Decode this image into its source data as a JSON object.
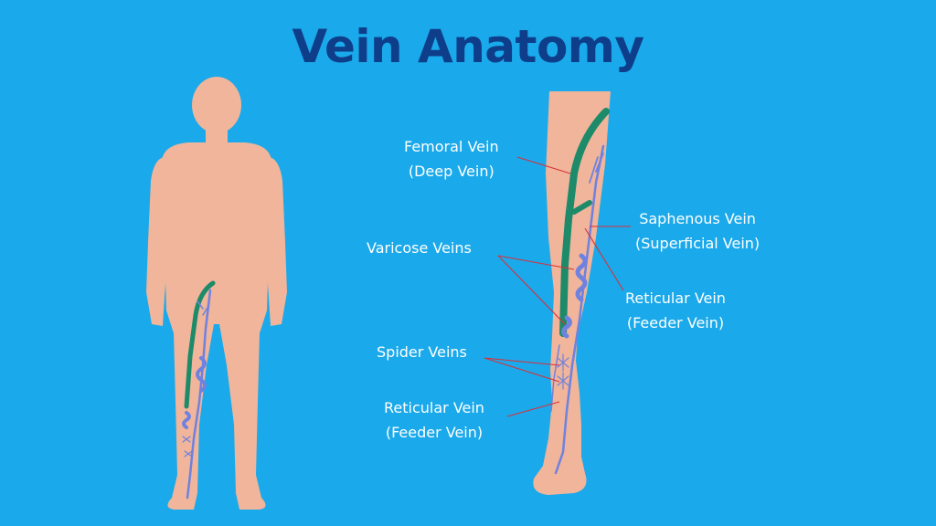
{
  "title": "Vein Anatomy",
  "labels": {
    "femoral": {
      "line1": "Femoral Vein",
      "line2": "(Deep Vein)"
    },
    "varicose": {
      "line1": "Varicose Veins"
    },
    "spider": {
      "line1": "Spider Veins"
    },
    "reticular_lower": {
      "line1": "Reticular Vein",
      "line2": "(Feeder Vein)"
    },
    "saphenous": {
      "line1": "Saphenous Vein",
      "line2": "(Superficial Vein)"
    },
    "reticular_right": {
      "line1": "Reticular Vein",
      "line2": "(Feeder Vein)"
    }
  },
  "colors": {
    "background": "#1aa9ea",
    "title": "#0e3d8a",
    "skin": "#f0b59a",
    "deep_vein": "#1d8a69",
    "superficial_vein": "#6f82df",
    "leader_line": "#d9303a",
    "label_text": "#ffffff"
  }
}
